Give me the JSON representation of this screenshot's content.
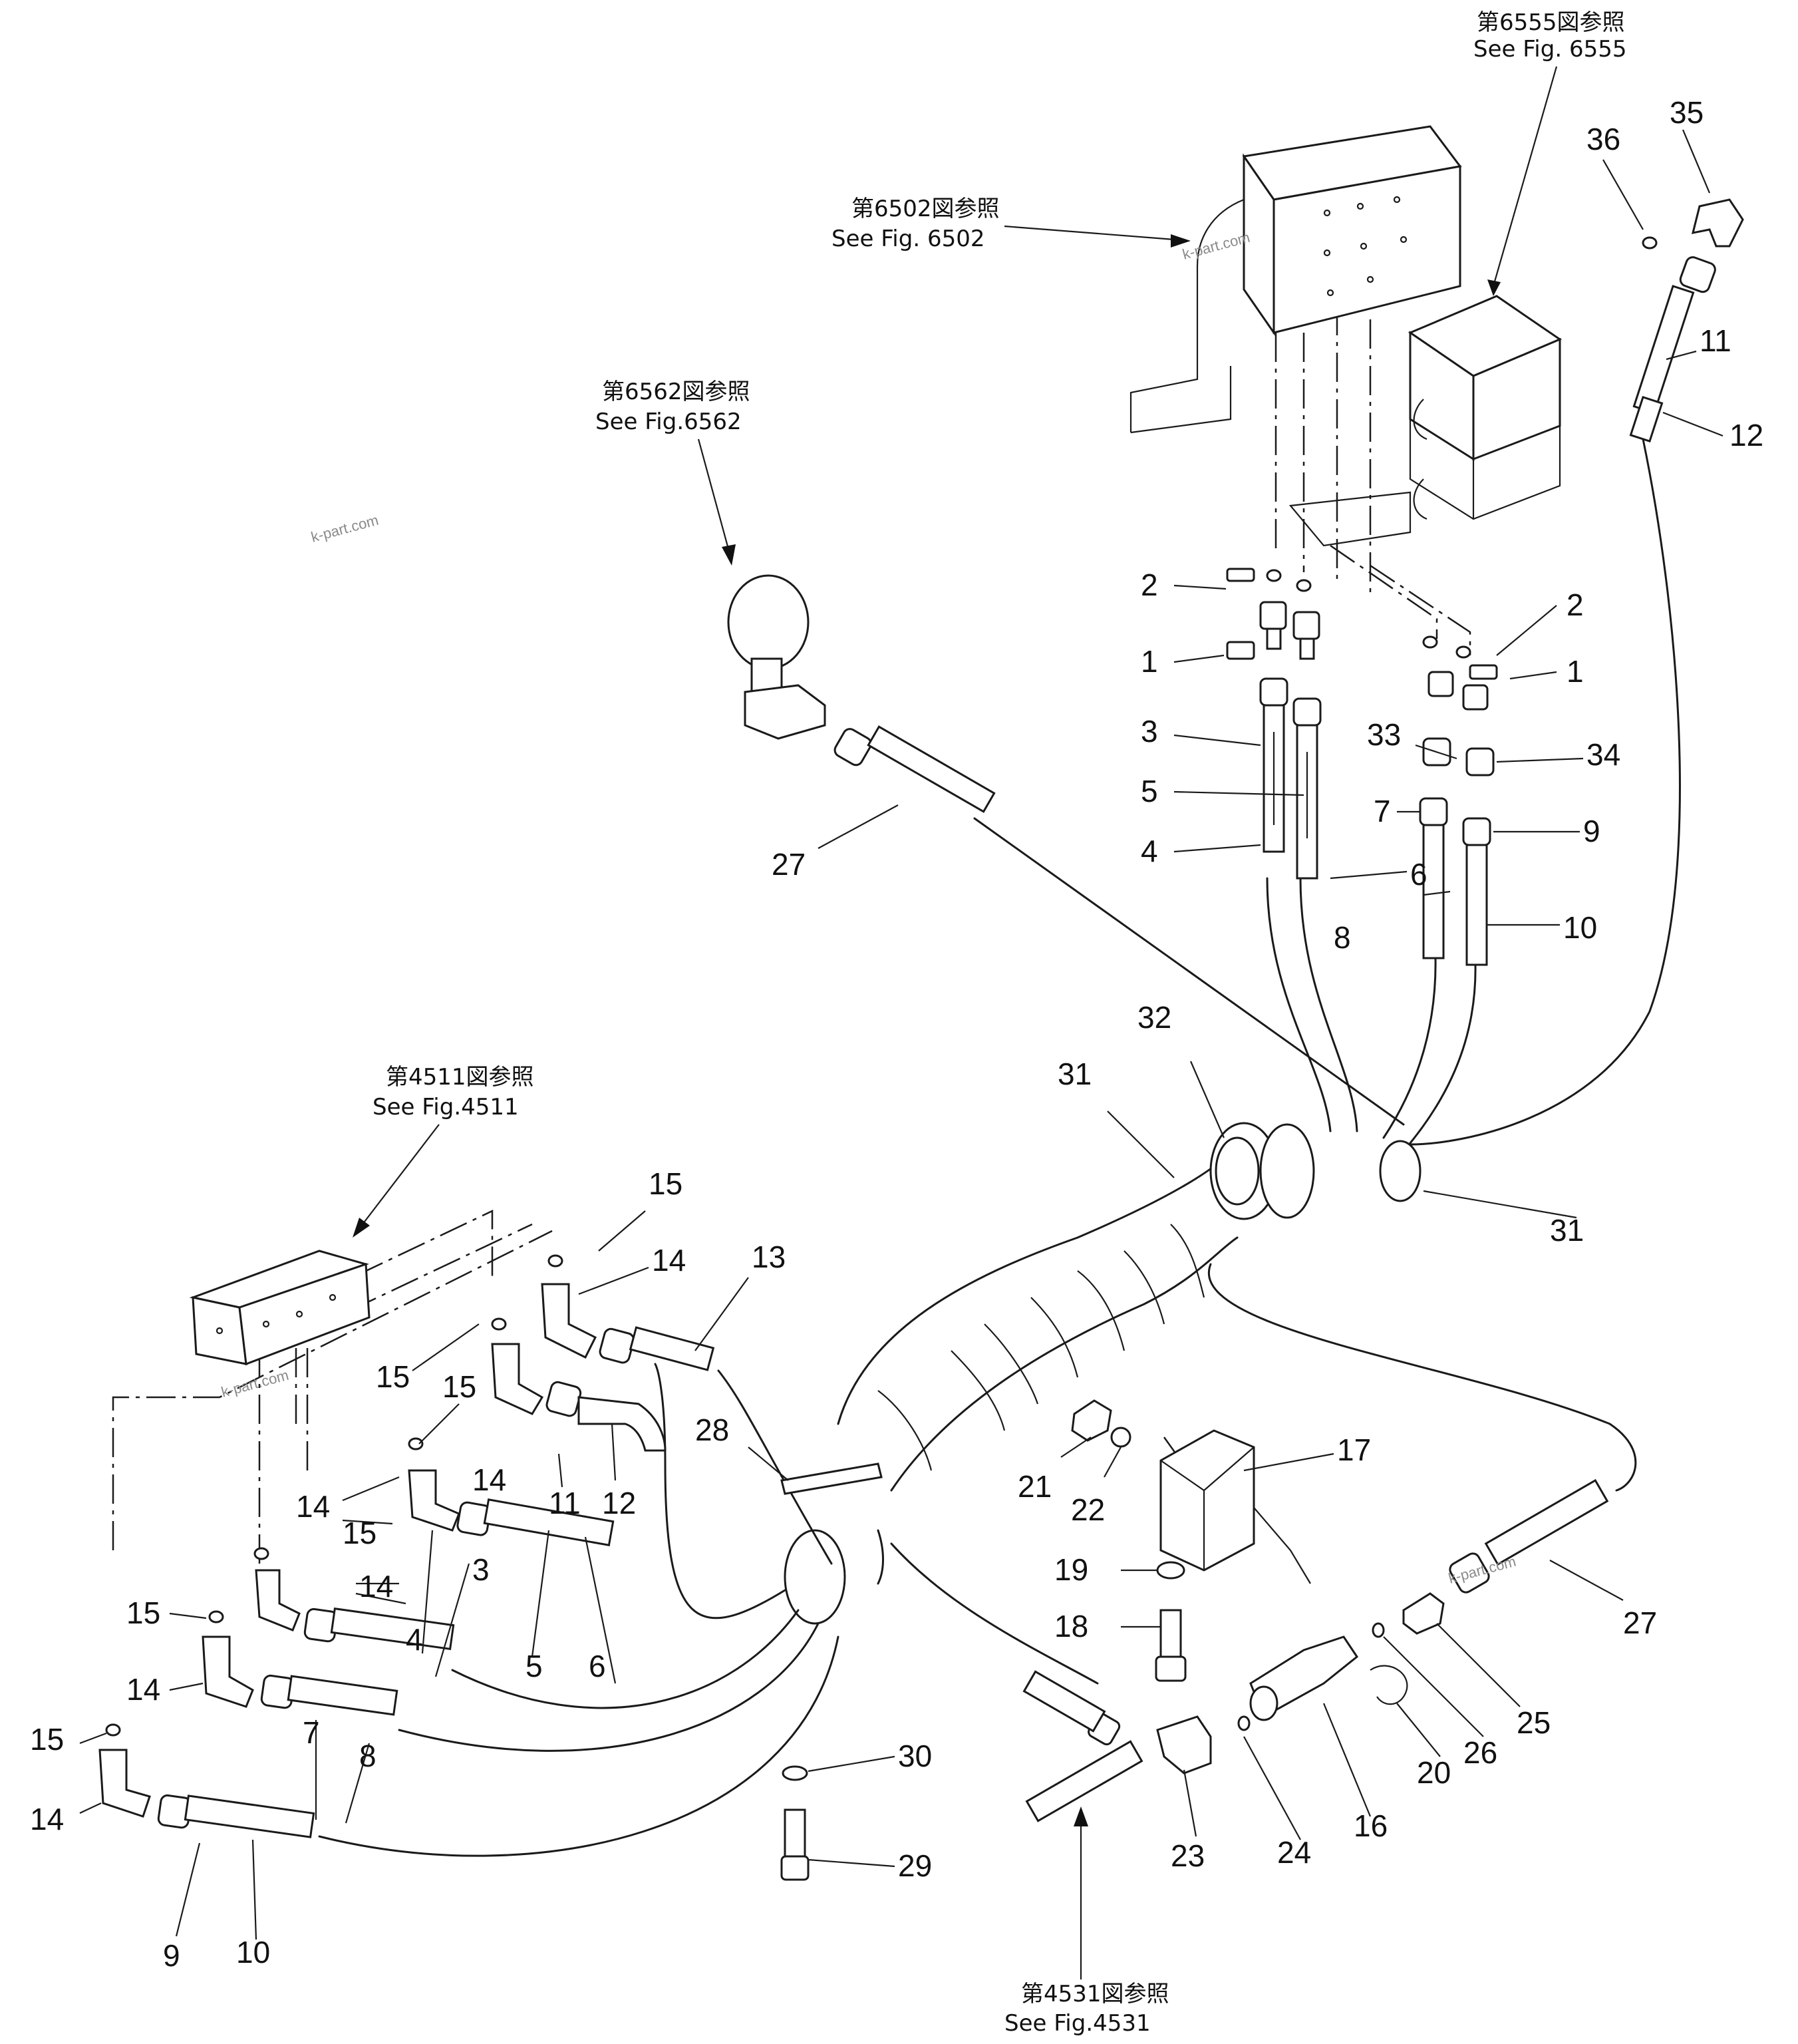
{
  "references": {
    "fig6555_jp": "第6555図参照",
    "fig6555_en": "See Fig. 6555",
    "fig6502_jp": "第6502図参照",
    "fig6502_en": "See Fig. 6502",
    "fig6562_jp": "第6562図参照",
    "fig6562_en": "See Fig.6562",
    "fig4511_jp": "第4511図参照",
    "fig4511_en": "See Fig.4511",
    "fig4531_jp": "第4531図参照",
    "fig4531_en": "See Fig.4531"
  },
  "callouts": {
    "n35": "35",
    "n36": "36",
    "n11a": "11",
    "n12a": "12",
    "n2a": "2",
    "n1a": "1",
    "n2b": "2",
    "n1b": "1",
    "n3a": "3",
    "n5a": "5",
    "n4a": "4",
    "n6a": "6",
    "n33": "33",
    "n34": "34",
    "n7a": "7",
    "n9a": "9",
    "n8a": "8",
    "n10a": "10",
    "n27a": "27",
    "n32": "32",
    "n31a": "31",
    "n31b": "31",
    "n15a": "15",
    "n14a": "14",
    "n13": "13",
    "n15b": "15",
    "n15c": "15",
    "n14b": "14",
    "n11b": "11",
    "n12b": "12",
    "n28": "28",
    "n14c": "14",
    "n15d": "15",
    "n14d": "14",
    "n4b": "4",
    "n3b": "3",
    "n5b": "5",
    "n6b": "6",
    "n15e": "15",
    "n14e": "14",
    "n7b": "7",
    "n8b": "8",
    "n15f": "15",
    "n14f": "14",
    "n9b": "9",
    "n10b": "10",
    "n30": "30",
    "n29": "29",
    "n21": "21",
    "n22": "22",
    "n17": "17",
    "n19": "19",
    "n18": "18",
    "n23": "23",
    "n24": "24",
    "n16": "16",
    "n20": "20",
    "n26": "26",
    "n25": "25",
    "n27b": "27"
  },
  "watermark": "k-part.com"
}
